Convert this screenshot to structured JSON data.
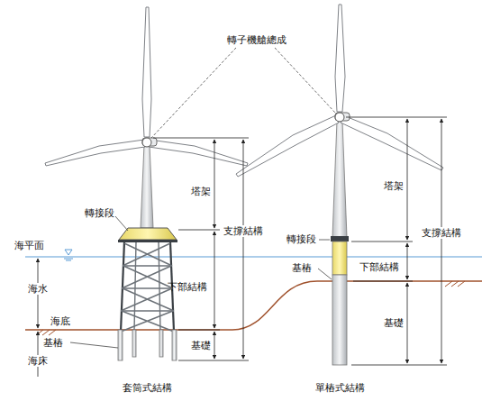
{
  "diagram": {
    "labels": [
      "轉子機艙總成",
      "塔架",
      "支撐結構",
      "轉接段",
      "下部結構",
      "基礎",
      "海平面",
      "海水",
      "海底",
      "海床",
      "基樁",
      "套筒式結構",
      "塔架",
      "支撐結構",
      "轉接段",
      "下部結構",
      "基樁",
      "基礎",
      "單樁式結構"
    ]
  }
}
